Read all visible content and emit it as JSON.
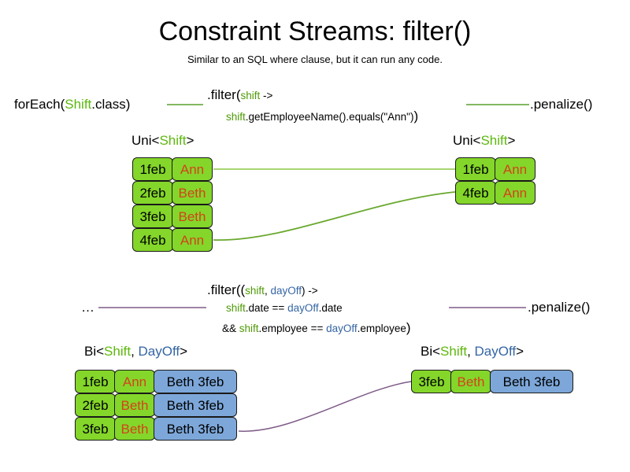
{
  "slide": {
    "title": "Constraint Streams: filter()",
    "subtitle": "Similar to an SQL where clause, but it can run any code."
  },
  "colors": {
    "green_fill": "#84d62a",
    "blue_fill": "#7da7d9",
    "name_text": "#d1441a",
    "shift_green": "#4e9a06",
    "dayoff_blue": "#3465a4",
    "wire_green": "#7ac143",
    "wire_green_dark": "#5aa02c",
    "wire_purple": "#7e5c88",
    "border": "#1a1a1a"
  },
  "uni_flow": {
    "source": {
      "prefix": "forEach(",
      "type": "Shift",
      "suffix": ".class)"
    },
    "filter": {
      "head": ".filter(",
      "param": "shift",
      "arrow": " ->",
      "body_param": "shift",
      "body_rest": ".getEmployeeName().equals(\"Ann\")",
      "close": ")"
    },
    "penalize": ".penalize()",
    "input_label": {
      "prefix": "Uni<",
      "type": "Shift",
      "suffix": ">"
    },
    "output_label": {
      "prefix": "Uni<",
      "type": "Shift",
      "suffix": ">"
    },
    "input_rows": [
      {
        "date": "1feb",
        "name": "Ann"
      },
      {
        "date": "2feb",
        "name": "Beth"
      },
      {
        "date": "3feb",
        "name": "Beth"
      },
      {
        "date": "4feb",
        "name": "Ann"
      }
    ],
    "output_rows": [
      {
        "date": "1feb",
        "name": "Ann"
      },
      {
        "date": "4feb",
        "name": "Ann"
      }
    ]
  },
  "bi_flow": {
    "source": "…",
    "filter": {
      "head": ".filter((",
      "param1": "shift",
      "comma": ", ",
      "param2": "dayOff",
      "arrow": ") ->",
      "line2_a": "shift",
      "line2_b": ".date == ",
      "line2_c": "dayOff",
      "line2_d": ".date",
      "line3_a": "&& ",
      "line3_b": "shift",
      "line3_c": ".employee == ",
      "line3_d": "dayOff",
      "line3_e": ".employee",
      "close": ")"
    },
    "penalize": ".penalize()",
    "input_label": {
      "prefix": "Bi<",
      "type1": "Shift",
      "comma": ", ",
      "type2": "DayOff",
      "suffix": ">"
    },
    "output_label": {
      "prefix": "Bi<",
      "type1": "Shift",
      "comma": ", ",
      "type2": "DayOff",
      "suffix": ">"
    },
    "input_rows": [
      {
        "date": "1feb",
        "name": "Ann",
        "pair": "Beth 3feb"
      },
      {
        "date": "2feb",
        "name": "Beth",
        "pair": "Beth 3feb"
      },
      {
        "date": "3feb",
        "name": "Beth",
        "pair": "Beth 3feb"
      }
    ],
    "output_rows": [
      {
        "date": "3feb",
        "name": "Beth",
        "pair": "Beth 3feb"
      }
    ]
  }
}
